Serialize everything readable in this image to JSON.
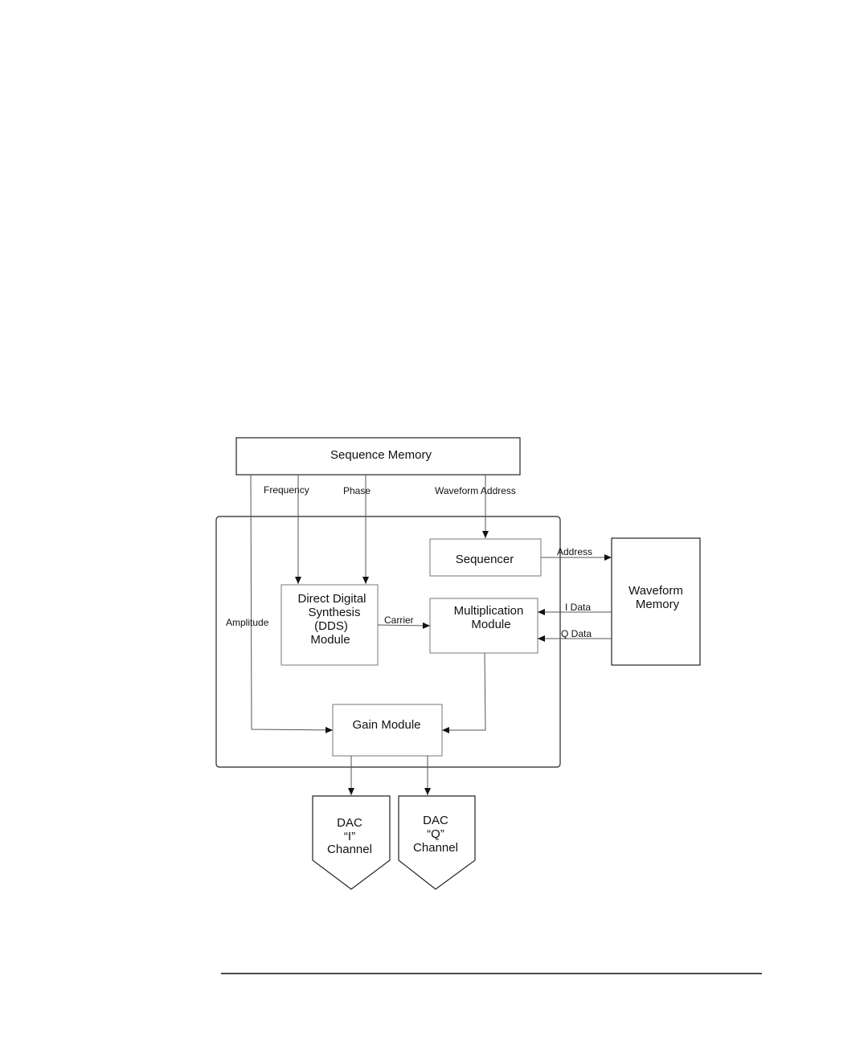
{
  "diagram": {
    "blocks": {
      "sequence_memory": "Sequence Memory",
      "sequencer": "Sequencer",
      "waveform_memory": [
        "Waveform",
        "Memory"
      ],
      "dds_module": [
        "Direct Digital",
        "Synthesis",
        "(DDS)",
        "Module"
      ],
      "multiplication_module": [
        "Multiplication",
        "Module"
      ],
      "gain_module": "Gain Module",
      "dac_i": [
        "DAC",
        "“I”",
        "Channel"
      ],
      "dac_q": [
        "DAC",
        "“Q”",
        "Channel"
      ]
    },
    "signals": {
      "frequency": "Frequency",
      "phase": "Phase",
      "waveform_address": "Waveform Address",
      "address": "Address",
      "amplitude": "Amplitude",
      "carrier": "Carrier",
      "i_data": "I Data",
      "q_data": "Q Data"
    }
  }
}
